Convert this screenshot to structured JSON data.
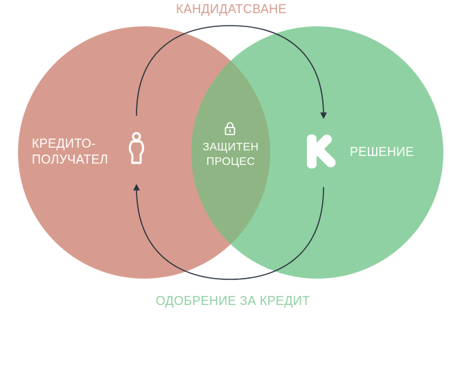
{
  "diagram": {
    "top_label": "КАНДИДАТСВАНЕ",
    "bottom_label": "ОДОБРЕНИЕ ЗА КРЕДИТ",
    "left_circle": {
      "label_line1": "КРЕДИТО-",
      "label_line2": "ПОЛУЧАТЕЛ",
      "icon": "person-icon"
    },
    "center": {
      "label_line1": "ЗАЩИТЕН",
      "label_line2": "ПРОЦЕС",
      "icon": "lock-icon"
    },
    "right_circle": {
      "label": "РЕШЕНИЕ",
      "icon": "k-logo-icon"
    }
  },
  "colors": {
    "left_circle": "#d79c8f",
    "right_circle": "#8fd1a2",
    "overlap": "#8eb583",
    "arrows": "#2b3440",
    "top_label": "#d79c8f",
    "bottom_label": "#8fd1a2",
    "inner_text": "#ffffff"
  }
}
